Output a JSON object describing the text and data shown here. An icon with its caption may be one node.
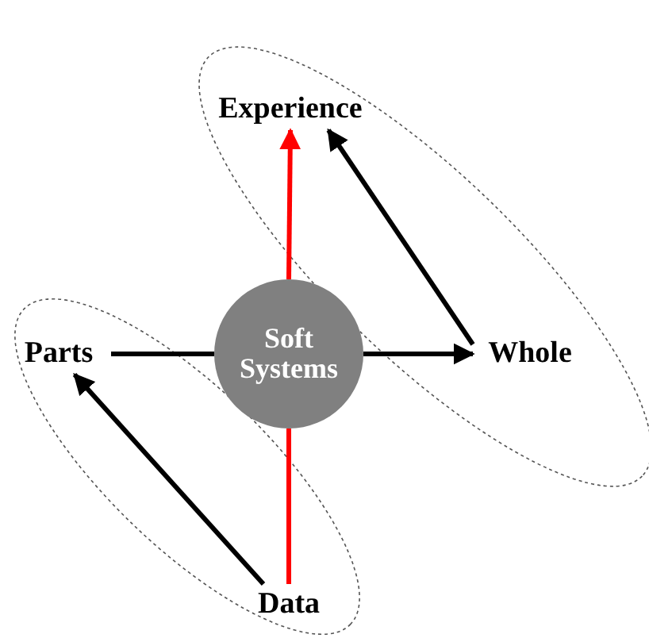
{
  "diagram": {
    "nodes": [
      {
        "text": [
          "Experience"
        ]
      },
      {
        "text": [
          "Parts"
        ]
      },
      {
        "text": [
          "Soft Systems"
        ]
      },
      {
        "text": [
          "Whole"
        ]
      },
      {
        "text": [
          "Data"
        ]
      }
    ],
    "edges": [
      {
        "from": 1,
        "to": 2,
        "arrow": "none"
      },
      {
        "from": 2,
        "to": 3,
        "arrow": "to"
      },
      {
        "from": 4,
        "to": 2,
        "arrow": "none",
        "color": "#ff0000"
      },
      {
        "from": 2,
        "to": 0,
        "arrow": "to",
        "color": "#ff0000"
      },
      {
        "from": 4,
        "to": 1,
        "arrow": "to"
      },
      {
        "from": 3,
        "to": 0,
        "arrow": "to"
      }
    ]
  }
}
